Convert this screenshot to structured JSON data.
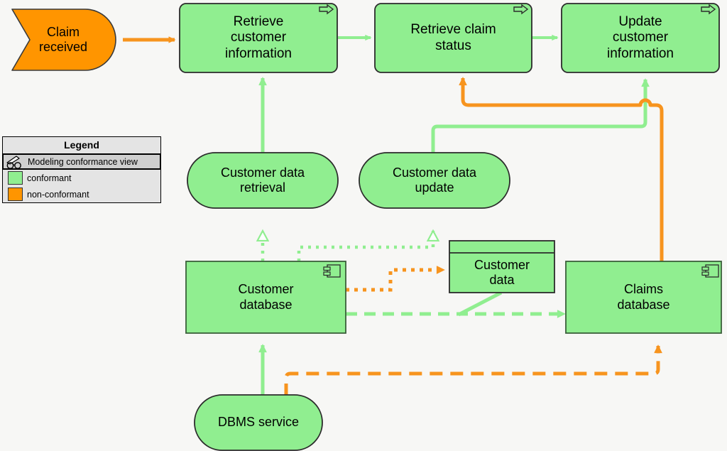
{
  "diagram": {
    "title": "Modeling conformance view",
    "colors": {
      "conformant_fill": "#90ee90",
      "conformant_line": "#90ee90",
      "non_conformant_fill": "#ff9500",
      "non_conformant_line": "#f7941e",
      "outline": "#333333",
      "background": "#f7f7f5",
      "legend_bg": "#e4e4e4",
      "legend_selected_bg": "#cfcfcf"
    }
  },
  "legend": {
    "title": "Legend",
    "view_row": {
      "icon": "glasses-icon",
      "label": "Modeling conformance view"
    },
    "items": [
      {
        "swatch": "#90ee90",
        "label": "conformant"
      },
      {
        "swatch": "#ff9500",
        "label": "non-conformant"
      }
    ]
  },
  "nodes": {
    "claim_received": {
      "label": "Claim\nreceived",
      "type": "business-event",
      "conformance": "non-conformant",
      "icon": ""
    },
    "retrieve_customer_info": {
      "label": "Retrieve\ncustomer\ninformation",
      "type": "business-process",
      "conformance": "conformant",
      "icon": "process-arrow-icon"
    },
    "retrieve_claim_status": {
      "label": "Retrieve claim\nstatus",
      "type": "business-process",
      "conformance": "conformant",
      "icon": "process-arrow-icon"
    },
    "update_customer_info": {
      "label": "Update\ncustomer\ninformation",
      "type": "business-process",
      "conformance": "conformant",
      "icon": "process-arrow-icon"
    },
    "customer_data_retrieval": {
      "label": "Customer data\nretrieval",
      "type": "application-service",
      "conformance": "conformant",
      "icon": ""
    },
    "customer_data_update": {
      "label": "Customer data\nupdate",
      "type": "application-service",
      "conformance": "conformant",
      "icon": ""
    },
    "customer_database": {
      "label": "Customer\ndatabase",
      "type": "application-component",
      "conformance": "conformant",
      "icon": "component-icon"
    },
    "customer_data": {
      "label": "Customer\ndata",
      "type": "data-object",
      "conformance": "conformant",
      "icon": ""
    },
    "claims_database": {
      "label": "Claims\ndatabase",
      "type": "application-component",
      "conformance": "conformant",
      "icon": "component-icon"
    },
    "dbms_service": {
      "label": "DBMS service",
      "type": "technology-service",
      "conformance": "conformant",
      "icon": ""
    }
  },
  "relations": [
    {
      "from": "claim_received",
      "to": "retrieve_customer_info",
      "style": "solid",
      "conformance": "non-conformant",
      "kind": "triggering"
    },
    {
      "from": "retrieve_customer_info",
      "to": "retrieve_claim_status",
      "style": "solid",
      "conformance": "conformant",
      "kind": "triggering"
    },
    {
      "from": "retrieve_claim_status",
      "to": "update_customer_info",
      "style": "solid",
      "conformance": "conformant",
      "kind": "triggering"
    },
    {
      "from": "customer_data_retrieval",
      "to": "retrieve_customer_info",
      "style": "solid",
      "conformance": "conformant",
      "kind": "serving"
    },
    {
      "from": "customer_data_update",
      "to": "update_customer_info",
      "style": "solid",
      "conformance": "conformant",
      "kind": "serving"
    },
    {
      "from": "claims_database",
      "to": "retrieve_claim_status",
      "style": "solid",
      "conformance": "non-conformant",
      "kind": "serving"
    },
    {
      "from": "customer_database",
      "to": "customer_data_retrieval",
      "style": "dotted",
      "conformance": "conformant",
      "kind": "realization"
    },
    {
      "from": "customer_database",
      "to": "customer_data_update",
      "style": "dotted",
      "conformance": "conformant",
      "kind": "realization"
    },
    {
      "from": "customer_database",
      "to": "customer_data",
      "style": "dotted",
      "conformance": "non-conformant",
      "kind": "access"
    },
    {
      "from": "customer_database",
      "to": "claims_database",
      "style": "dashed",
      "conformance": "conformant",
      "kind": "flow"
    },
    {
      "from": "dbms_service",
      "to": "customer_database",
      "style": "solid",
      "conformance": "conformant",
      "kind": "serving"
    },
    {
      "from": "dbms_service",
      "to": "claims_database",
      "style": "dashed",
      "conformance": "non-conformant",
      "kind": "flow"
    }
  ]
}
